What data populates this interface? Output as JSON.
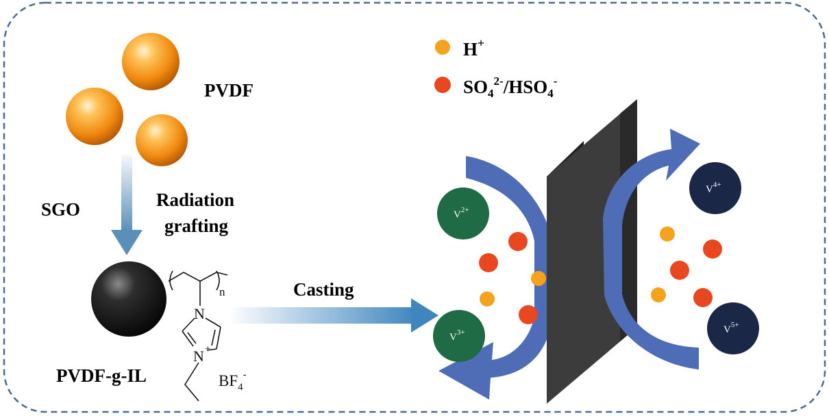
{
  "legend": {
    "proton": {
      "label": "H",
      "sup": "+",
      "color": "#f5a21c"
    },
    "sulfate": {
      "p1": "SO",
      "sub1": "4",
      "sup1": "2-",
      "p2": "/HSO",
      "sub2": "4",
      "sup2": "-",
      "color": "#e8471f"
    }
  },
  "labels": {
    "pvdf": "PVDF",
    "sgo": "SGO",
    "radiation_line1": "Radiation",
    "radiation_line2": "grafting",
    "casting": "Casting",
    "product": "PVDF-g-IL"
  },
  "structure": {
    "repeat_n": "n",
    "ring_n1": "N",
    "ring_n3": "N",
    "ring_n3_charge": "+",
    "counterion_main": "BF",
    "counterion_sub": "4",
    "counterion_charge": "-"
  },
  "ions": {
    "v2": {
      "main": "V",
      "sup": "2+"
    },
    "v3": {
      "main": "V",
      "sup": "3+"
    },
    "v4": {
      "main": "V",
      "sup": "4+"
    },
    "v5": {
      "main": "V",
      "sup": "5+"
    }
  },
  "colors": {
    "border_dash": "#4a6a96",
    "pvdf_bead": "#f08a10",
    "grafted_bead": "#111111",
    "down_arrow": "#5a8fb8",
    "casting_arrow": "#3f86bf",
    "flow_arrow": "#4f6cb6",
    "membrane": "#3c3c3c",
    "v_low": "#1f6b45",
    "v_high": "#1b2747"
  }
}
